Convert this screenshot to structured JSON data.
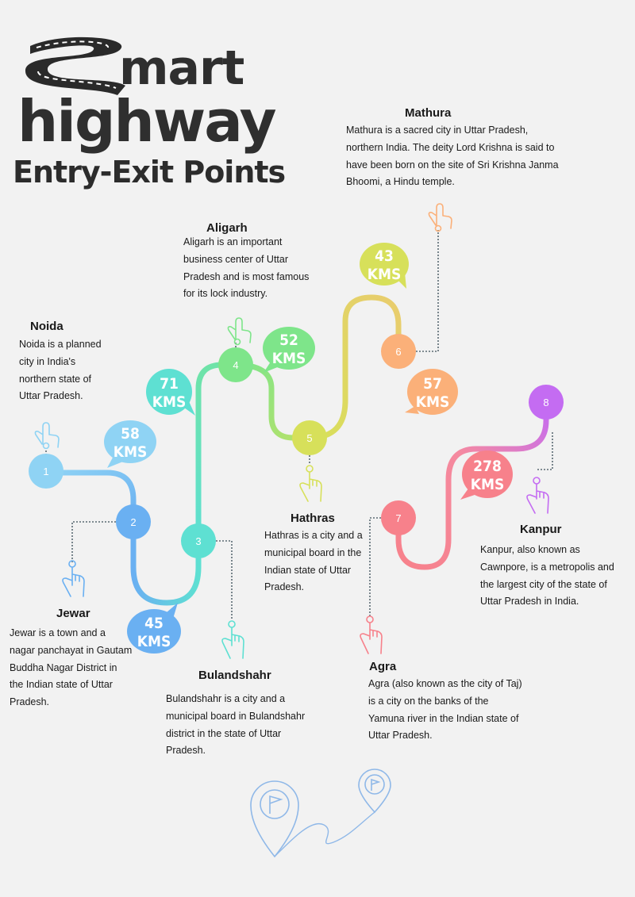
{
  "logo": {
    "word1": "mart",
    "word2": "highway"
  },
  "title": "Entry-Exit Points",
  "stops": [
    {
      "number": "1",
      "name": "Noida",
      "description": "Noida is a planned city in India's northern state of Uttar Pradesh.",
      "color": "#8fd3f4"
    },
    {
      "number": "2",
      "name": "Jewar",
      "description": "Jewar is a town and a nagar panchayat in Gautam Buddha Nagar District in the Indian state of Uttar Pradesh.",
      "color": "#6ab0f2"
    },
    {
      "number": "3",
      "name": "Bulandshahr",
      "description": "Bulandshahr is a city and a municipal board in Bulandshahr district in the state of Uttar Pradesh.",
      "color": "#5ee0d2"
    },
    {
      "number": "4",
      "name": "Aligarh",
      "description": "Aligarh is an important business center of Uttar Pradesh and is most famous for its lock industry.",
      "color": "#7ee58a"
    },
    {
      "number": "5",
      "name": "Hathras",
      "description": "Hathras is a city and a municipal board in the Indian state of Uttar Pradesh.",
      "color": "#d7e05a"
    },
    {
      "number": "6",
      "name": "Mathura",
      "description": "Mathura is a sacred city in Uttar Pradesh, northern India. The deity Lord Krishna is said to have been born on the site of Sri Krishna Janma Bhoomi, a Hindu temple.",
      "color": "#fbb079"
    },
    {
      "number": "7",
      "name": "Agra",
      "description": "Agra (also known as the city of Taj) is a city on the banks of the Yamuna river in the Indian state of Uttar Pradesh.",
      "color": "#f7818b"
    },
    {
      "number": "8",
      "name": "Kanpur",
      "description": "Kanpur, also known as Cawnpore, is a metropolis and the largest city of the state of Uttar Pradesh in India.",
      "color": "#c46cf2"
    }
  ],
  "distances": [
    {
      "value": "58",
      "unit": "KMS",
      "color": "#8fd3f4"
    },
    {
      "value": "45",
      "unit": "KMS",
      "color": "#6ab0f2"
    },
    {
      "value": "71",
      "unit": "KMS",
      "color": "#5ee0d2"
    },
    {
      "value": "52",
      "unit": "KMS",
      "color": "#7ee58a"
    },
    {
      "value": "43",
      "unit": "KMS",
      "color": "#d7e05a"
    },
    {
      "value": "57",
      "unit": "KMS",
      "color": "#fbb079"
    },
    {
      "value": "278",
      "unit": "KMS",
      "color": "#f7818b"
    }
  ],
  "icons": [
    "road-icon",
    "pointing-hand-icon",
    "map-pin-flag-icon"
  ]
}
